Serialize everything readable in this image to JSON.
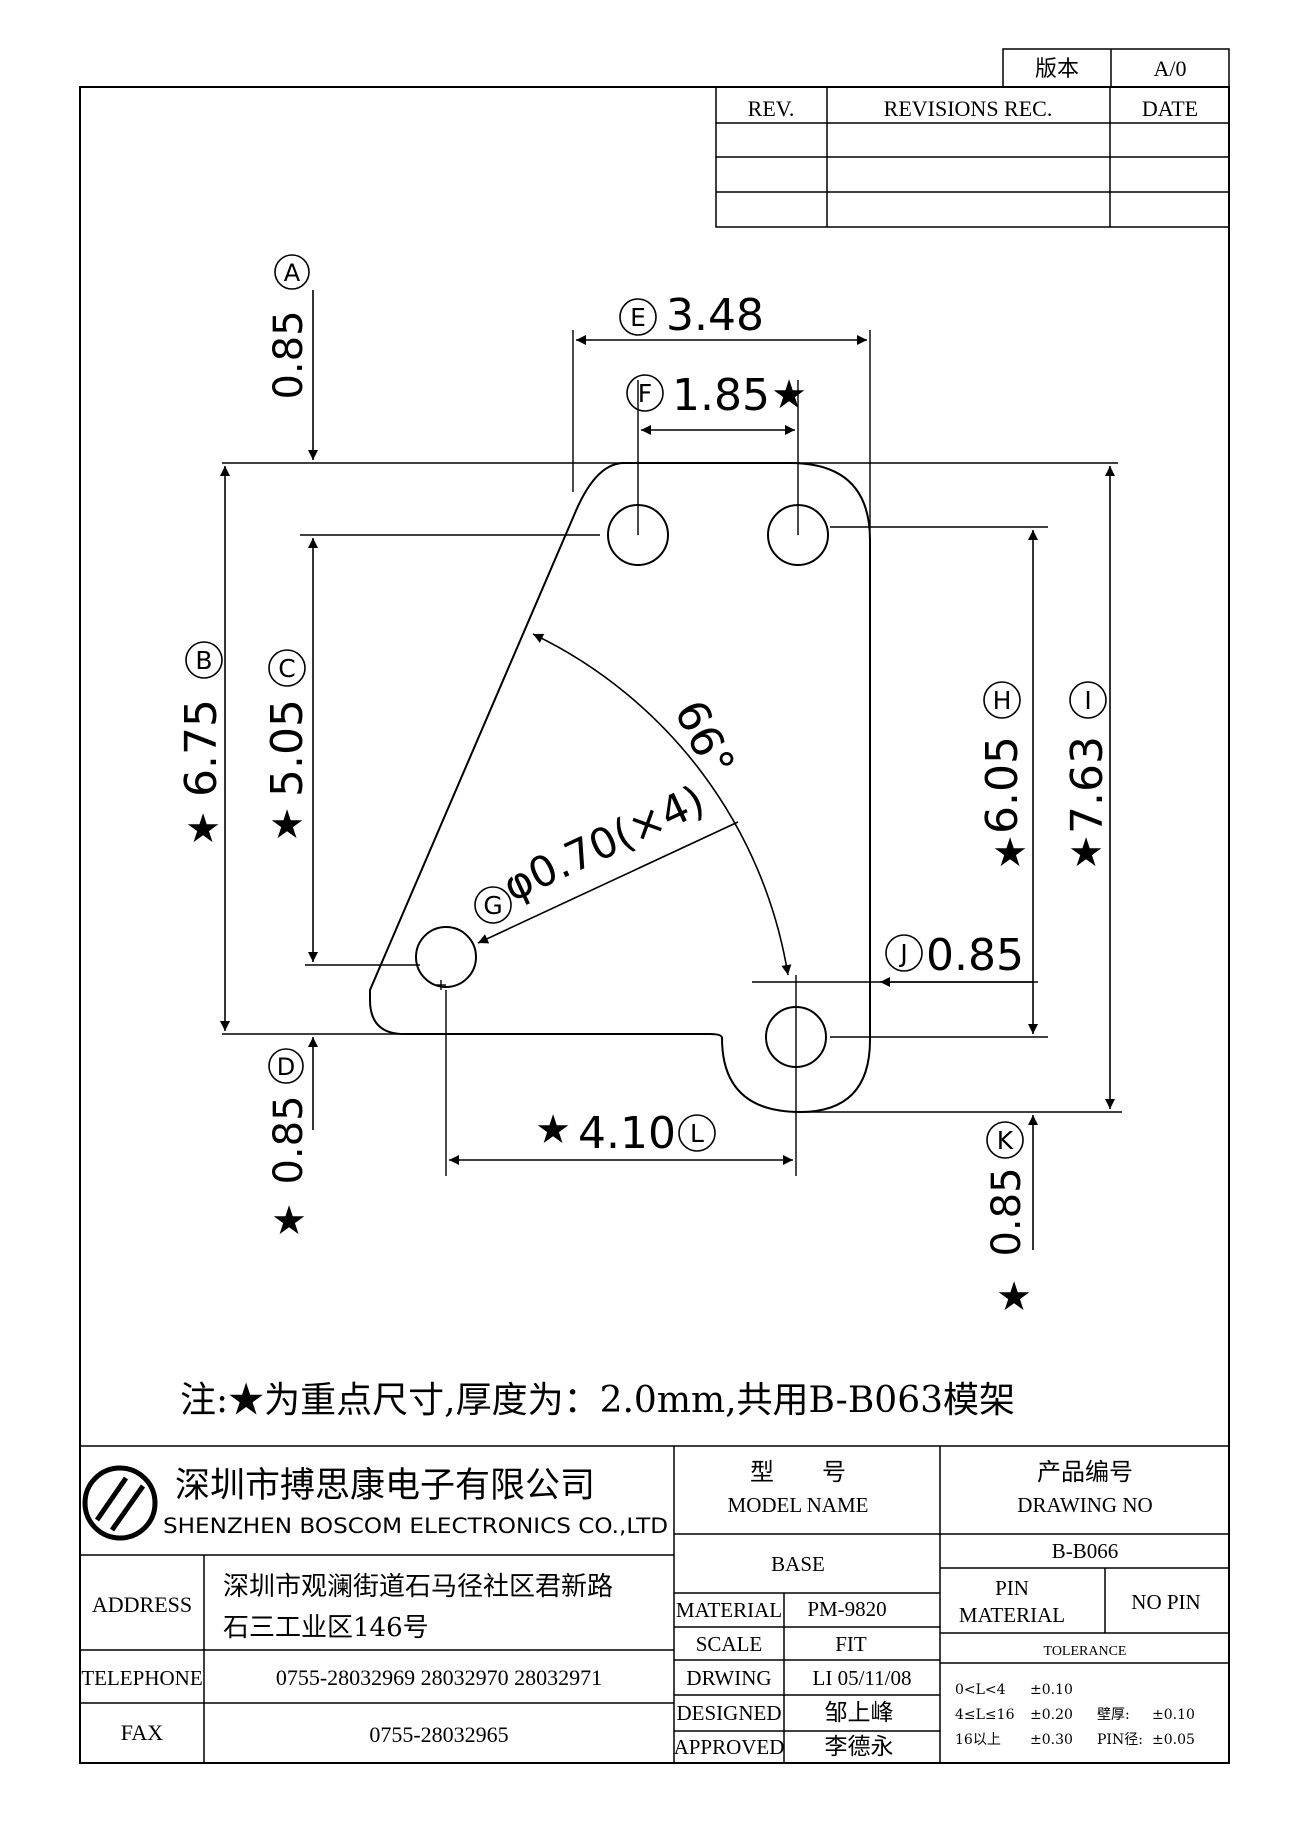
{
  "revision_block": {
    "version_label": "版本",
    "version_value": "A/0",
    "headers": {
      "rev": "REV.",
      "records": "REVISIONS REC.",
      "date": "DATE"
    }
  },
  "dimensions": {
    "A": {
      "label": "A",
      "value": "0.85"
    },
    "B": {
      "label": "B",
      "value": "6.75",
      "key": "★"
    },
    "C": {
      "label": "C",
      "value": "5.05",
      "key": "★"
    },
    "D": {
      "label": "D",
      "value": "0.85",
      "key": "★"
    },
    "E": {
      "label": "E",
      "value": "3.48"
    },
    "F": {
      "label": "F",
      "value": "1.85",
      "key": "★"
    },
    "G": {
      "label": "G",
      "value": "φ0.70(×4)"
    },
    "H": {
      "label": "H",
      "value": "6.05",
      "key": "★"
    },
    "I": {
      "label": "I",
      "value": "7.63",
      "key": "★"
    },
    "J": {
      "label": "J",
      "value": "0.85"
    },
    "K": {
      "label": "K",
      "value": "0.85",
      "key": "★"
    },
    "L": {
      "label": "L",
      "value": "4.10",
      "key": "★"
    },
    "angle": "66°"
  },
  "note": "注:★为重点尺寸,厚度为：2.0mm,共用B-B063模架",
  "title_block": {
    "company_cn": "深圳市搏思康电子有限公司",
    "company_en": "SHENZHEN BOSCOM ELECTRONICS CO.,LTD",
    "address_label": "ADDRESS",
    "address_line1": "深圳市观澜街道石马径社区君新路",
    "address_line2": "石三工业区146号",
    "telephone_label": "TELEPHONE",
    "telephone": "0755-28032969 28032970 28032971",
    "fax_label": "FAX",
    "fax": "0755-28032965",
    "model_label_cn": "型　　号",
    "model_label_en": "MODEL NAME",
    "model_value": "BASE",
    "drawing_label_cn": "产品编号",
    "drawing_label_en": "DRAWING NO",
    "drawing_value": "B-B066",
    "material_label": "MATERIAL",
    "material_value": "PM-9820",
    "pin_material_label_1": "PIN",
    "pin_material_label_2": "MATERIAL",
    "pin_material_value": "NO PIN",
    "scale_label": "SCALE",
    "scale_value": "FIT",
    "tolerance_label": "TOLERANCE",
    "drawn_label": "DRWING",
    "drawn_value": "LI 05/11/08",
    "designed_label": "DESIGNED",
    "designed_value": "邹上峰",
    "approved_label": "APPROVED",
    "approved_value": "李德永",
    "tolerance": {
      "r1_range": "0<L<4",
      "r1_value": "±0.10",
      "r2_range": "4≤L≤16",
      "r2_value": "±0.20",
      "r3_range": "16以上",
      "r3_value": "±0.30",
      "wall_label": "壁厚:",
      "wall_value": "±0.10",
      "pin_label": "PIN径:",
      "pin_value": "±0.05"
    }
  }
}
